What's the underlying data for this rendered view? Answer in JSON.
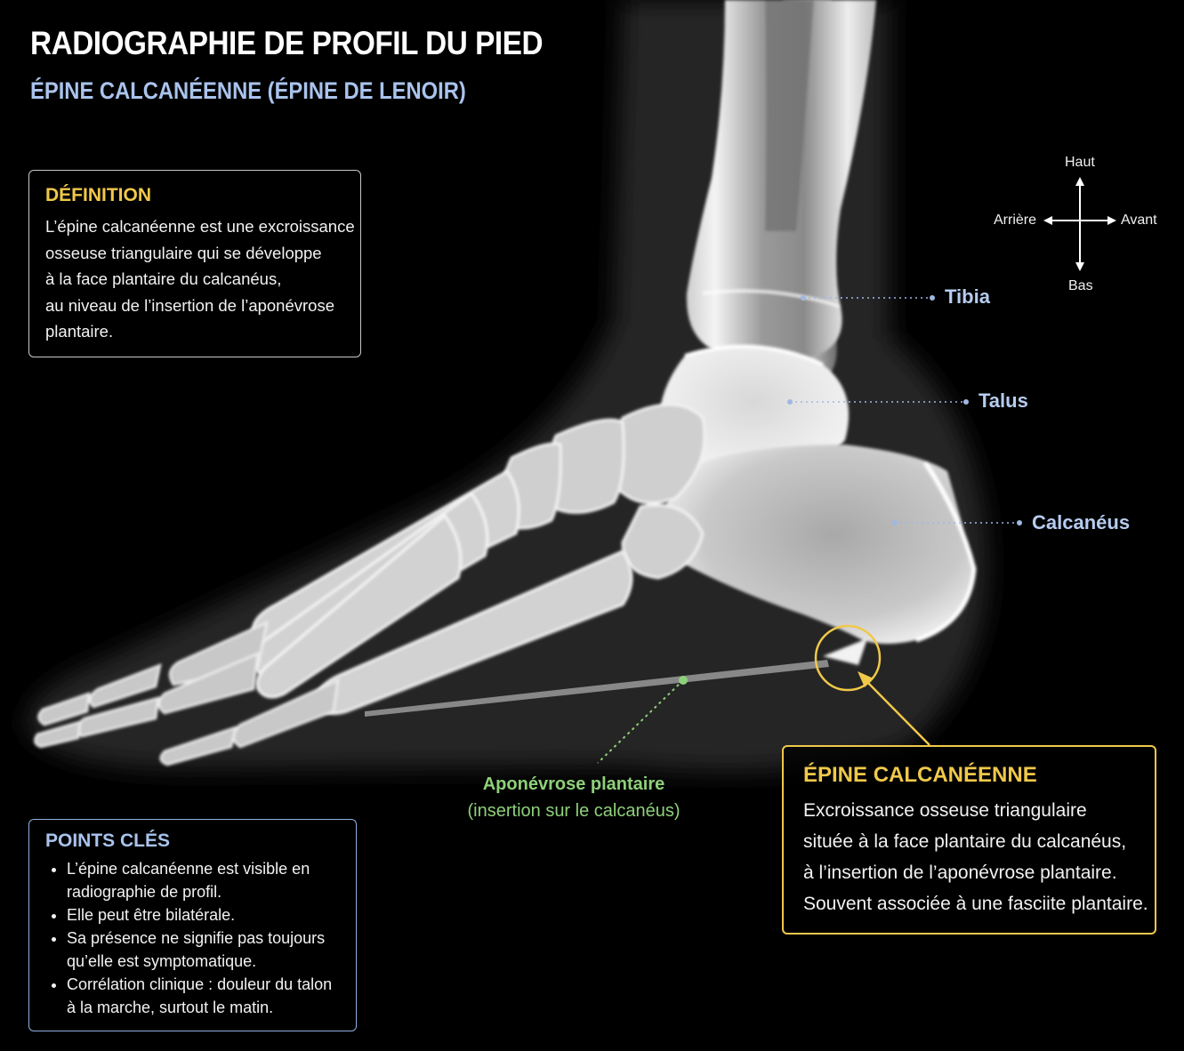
{
  "header": {
    "title": "RADIOGRAPHIE DE PROFIL DU PIED",
    "subtitle": "ÉPINE CALCANÉENNE (ÉPINE DE LENOIR)"
  },
  "definition": {
    "heading": "DÉFINITION",
    "lines": [
      "L’épine calcanéenne est une excroissance",
      "osseuse triangulaire qui se développe",
      "à la face plantaire du calcanéus,",
      "au niveau de l’insertion de l’aponévrose",
      "plantaire."
    ]
  },
  "key_points": {
    "heading": "POINTS CLÉS",
    "items": [
      [
        "L’épine calcanéenne est visible en",
        "radiographie de profil."
      ],
      [
        "Elle peut être bilatérale."
      ],
      [
        "Sa présence ne signifie pas toujours",
        "qu’elle est symptomatique."
      ],
      [
        "Corrélation clinique : douleur du talon",
        "à la marche, surtout le matin."
      ]
    ]
  },
  "spur_callout": {
    "heading": "ÉPINE CALCANÉENNE",
    "lines": [
      "Excroissance osseuse triangulaire",
      "située à la face plantaire du calcanéus,",
      "à l’insertion de l’aponévrose plantaire.",
      "Souvent associée à une fasciite plantaire."
    ]
  },
  "labels": {
    "tibia": "Tibia",
    "talus": "Talus",
    "calcaneus": "Calcanéus",
    "aponeurosis": "Aponévrose plantaire",
    "aponeurosis_note": "(insertion sur le calcanéus)"
  },
  "orientation": {
    "up": "Haut",
    "down": "Bas",
    "back": "Arrière",
    "front": "Avant"
  },
  "colors": {
    "background": "#000000",
    "bone": "#e6e6e6",
    "accent_yellow": "#f0c84a",
    "label_blue": "#b6ccf0",
    "label_green": "#8ed07a"
  }
}
